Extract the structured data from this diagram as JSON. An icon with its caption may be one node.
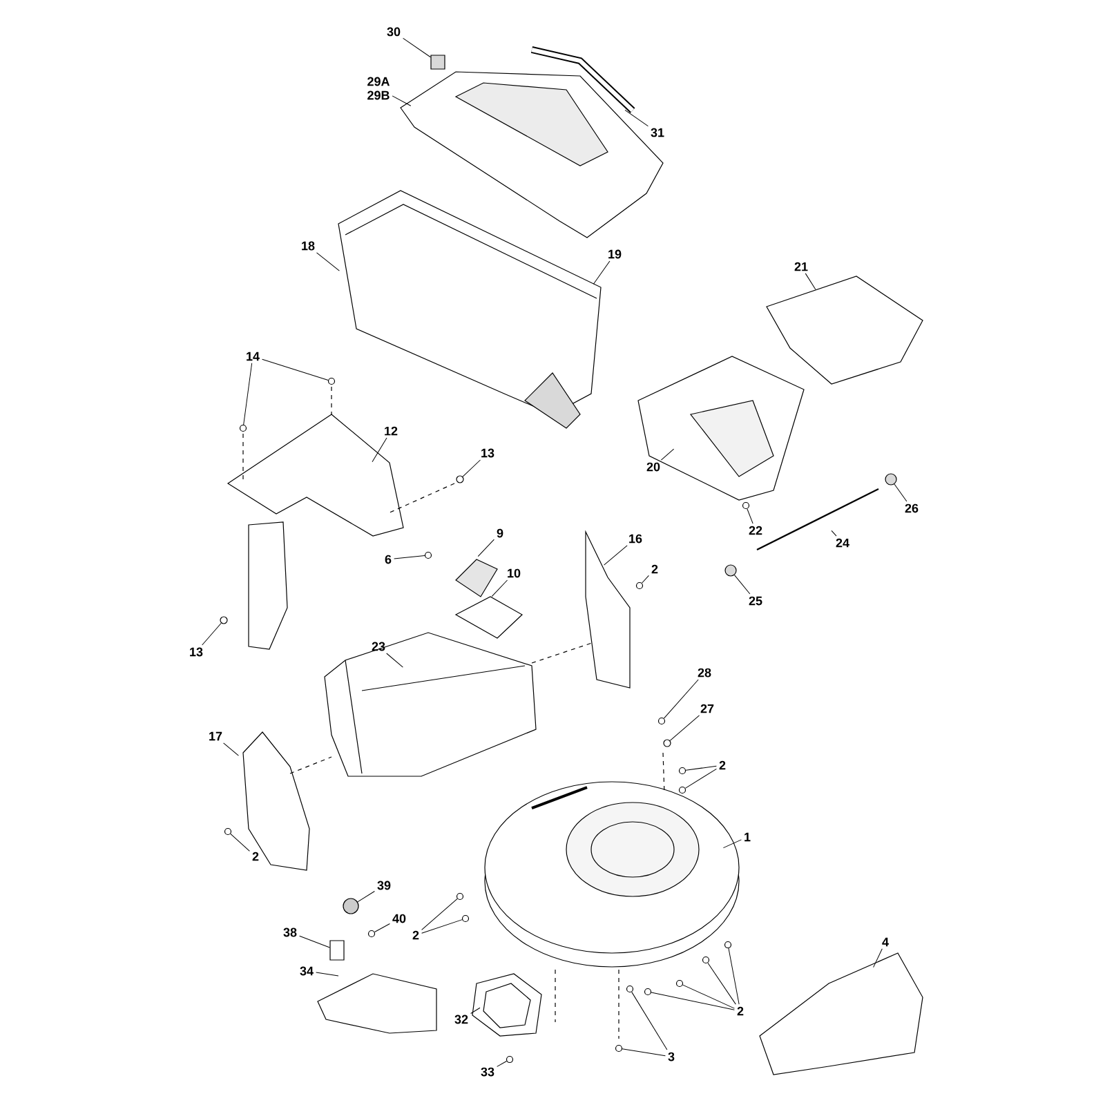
{
  "diagram": {
    "nodes": [
      {
        "text": [
          "30"
        ]
      },
      {
        "text": [
          "29A",
          "29B"
        ]
      },
      {
        "text": [
          "31"
        ]
      },
      {
        "text": [
          "21"
        ]
      },
      {
        "text": [
          "18"
        ]
      },
      {
        "text": [
          "19"
        ]
      },
      {
        "text": [
          "14"
        ]
      },
      {
        "text": [
          "12"
        ]
      },
      {
        "text": [
          "13"
        ]
      },
      {
        "text": [
          "20"
        ]
      },
      {
        "text": [
          "22"
        ]
      },
      {
        "text": [
          "26"
        ]
      },
      {
        "text": [
          "9"
        ]
      },
      {
        "text": [
          "24"
        ]
      },
      {
        "text": [
          "6"
        ]
      },
      {
        "text": [
          "16"
        ]
      },
      {
        "text": [
          "2"
        ]
      },
      {
        "text": [
          "10"
        ]
      },
      {
        "text": [
          "25"
        ]
      },
      {
        "text": [
          "23"
        ]
      },
      {
        "text": [
          "13"
        ]
      },
      {
        "text": [
          "28"
        ]
      },
      {
        "text": [
          "27"
        ]
      },
      {
        "text": [
          "17"
        ]
      },
      {
        "text": [
          "2"
        ]
      },
      {
        "text": [
          "1"
        ]
      },
      {
        "text": [
          "2"
        ]
      },
      {
        "text": [
          "39"
        ]
      },
      {
        "text": [
          "40"
        ]
      },
      {
        "text": [
          "38"
        ]
      },
      {
        "text": [
          "2"
        ]
      },
      {
        "text": [
          "4"
        ]
      },
      {
        "text": [
          "34"
        ]
      },
      {
        "text": [
          "2"
        ]
      },
      {
        "text": [
          "32"
        ]
      },
      {
        "text": [
          "3"
        ]
      },
      {
        "text": [
          "33"
        ]
      },
      {
        "text": [],
        "shape": "box"
      },
      {
        "text": [],
        "shape": "circle"
      },
      {
        "text": [],
        "shape": "circle"
      },
      {
        "text": [],
        "shape": "circle"
      },
      {
        "text": [],
        "shape": "circle"
      },
      {
        "text": [],
        "shape": "circle"
      },
      {
        "text": [],
        "shape": "circle"
      },
      {
        "text": [],
        "shape": "circle"
      },
      {
        "text": [],
        "shape": "circle"
      },
      {
        "text": [],
        "shape": "circle"
      },
      {
        "text": [],
        "shape": "circle"
      },
      {
        "text": [],
        "shape": "circle"
      },
      {
        "text": [],
        "shape": "circle"
      },
      {
        "text": [],
        "shape": "circle"
      },
      {
        "text": [],
        "shape": "circle"
      },
      {
        "text": [],
        "shape": "circle"
      },
      {
        "text": [],
        "shape": "box"
      },
      {
        "text": [],
        "shape": "circle"
      },
      {
        "text": [],
        "shape": "circle"
      },
      {
        "text": [],
        "shape": "circle"
      },
      {
        "text": [],
        "shape": "circle"
      },
      {
        "text": [],
        "shape": "circle"
      },
      {
        "text": [],
        "shape": "circle"
      },
      {
        "text": [],
        "shape": "circle"
      },
      {
        "text": [],
        "shape": "circle"
      },
      {
        "text": [],
        "shape": "circle"
      },
      {
        "text": [],
        "shape": "circle"
      }
    ],
    "edges": [
      {
        "from": 0,
        "to": 37,
        "arrow": "none"
      },
      {
        "from": 1,
        "to": null,
        "arrow": "none"
      },
      {
        "from": 2,
        "to": null,
        "arrow": "none"
      },
      {
        "from": 3,
        "to": null,
        "arrow": "none"
      },
      {
        "from": 4,
        "to": null,
        "arrow": "none"
      },
      {
        "from": 5,
        "to": null,
        "arrow": "none"
      },
      {
        "from": 6,
        "to": 38,
        "arrow": "none"
      },
      {
        "from": 6,
        "to": 39,
        "arrow": "none"
      },
      {
        "from": 7,
        "to": null,
        "arrow": "none"
      },
      {
        "from": 8,
        "to": 40,
        "arrow": "none"
      },
      {
        "from": 9,
        "to": null,
        "arrow": "none"
      },
      {
        "from": 10,
        "to": 41,
        "arrow": "none"
      },
      {
        "from": 11,
        "to": 42,
        "arrow": "none"
      },
      {
        "from": 12,
        "to": null,
        "arrow": "none"
      },
      {
        "from": 13,
        "to": null,
        "arrow": "none"
      },
      {
        "from": 14,
        "to": 43,
        "arrow": "none"
      },
      {
        "from": 15,
        "to": null,
        "arrow": "none"
      },
      {
        "from": 16,
        "to": 44,
        "arrow": "none"
      },
      {
        "from": 17,
        "to": null,
        "arrow": "none"
      },
      {
        "from": 18,
        "to": 45,
        "arrow": "none"
      },
      {
        "from": 19,
        "to": null,
        "arrow": "none"
      },
      {
        "from": 20,
        "to": 46,
        "arrow": "none"
      },
      {
        "from": 21,
        "to": 47,
        "arrow": "none"
      },
      {
        "from": 22,
        "to": 48,
        "arrow": "none"
      },
      {
        "from": 23,
        "to": null,
        "arrow": "none"
      },
      {
        "from": 24,
        "to": 49,
        "arrow": "none"
      },
      {
        "from": 24,
        "to": 50,
        "arrow": "none"
      },
      {
        "from": 25,
        "to": null,
        "arrow": "none"
      },
      {
        "from": 26,
        "to": 51,
        "arrow": "none"
      },
      {
        "from": 27,
        "to": 63,
        "arrow": "none"
      },
      {
        "from": 28,
        "to": 52,
        "arrow": "none"
      },
      {
        "from": 29,
        "to": 53,
        "arrow": "none"
      },
      {
        "from": 30,
        "to": 54,
        "arrow": "none"
      },
      {
        "from": 30,
        "to": 55,
        "arrow": "none"
      },
      {
        "from": 31,
        "to": null,
        "arrow": "none"
      },
      {
        "from": 32,
        "to": null,
        "arrow": "none"
      },
      {
        "from": 33,
        "to": 56,
        "arrow": "none"
      },
      {
        "from": 33,
        "to": 57,
        "arrow": "none"
      },
      {
        "from": 33,
        "to": 58,
        "arrow": "none"
      },
      {
        "from": 33,
        "to": 59,
        "arrow": "none"
      },
      {
        "from": 34,
        "to": null,
        "arrow": "none"
      },
      {
        "from": 35,
        "to": 60,
        "arrow": "none"
      },
      {
        "from": 35,
        "to": 61,
        "arrow": "none"
      },
      {
        "from": 36,
        "to": 62,
        "arrow": "none"
      }
    ]
  }
}
